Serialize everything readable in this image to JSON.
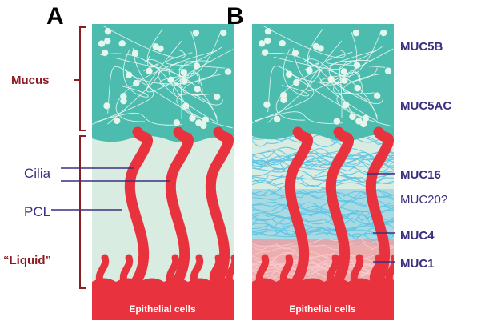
{
  "panels": {
    "a": {
      "letter": "A",
      "cells_label": "Epithelial cells"
    },
    "b": {
      "letter": "B",
      "cells_label": "Epithelial cells"
    }
  },
  "labels": {
    "mucus": "Mucus",
    "cilia": "Cilia",
    "pcl": "PCL",
    "liquid": "“Liquid”"
  },
  "mucins": {
    "muc5b": "MUC5B",
    "muc5ac": "MUC5AC",
    "muc16": "MUC16",
    "muc20": "MUC20?",
    "muc4": "MUC4",
    "muc1": "MUC1"
  },
  "colors": {
    "mucus_layer": "#4cbcaf",
    "pcl_liquid": "#d9ece1",
    "epithelium": "#e8333e",
    "mucin_fiber": "#5ec4e4",
    "muc1_pink": "#f29a9e",
    "label_red": "#8c1c24",
    "label_purple": "#3d2f7f"
  }
}
